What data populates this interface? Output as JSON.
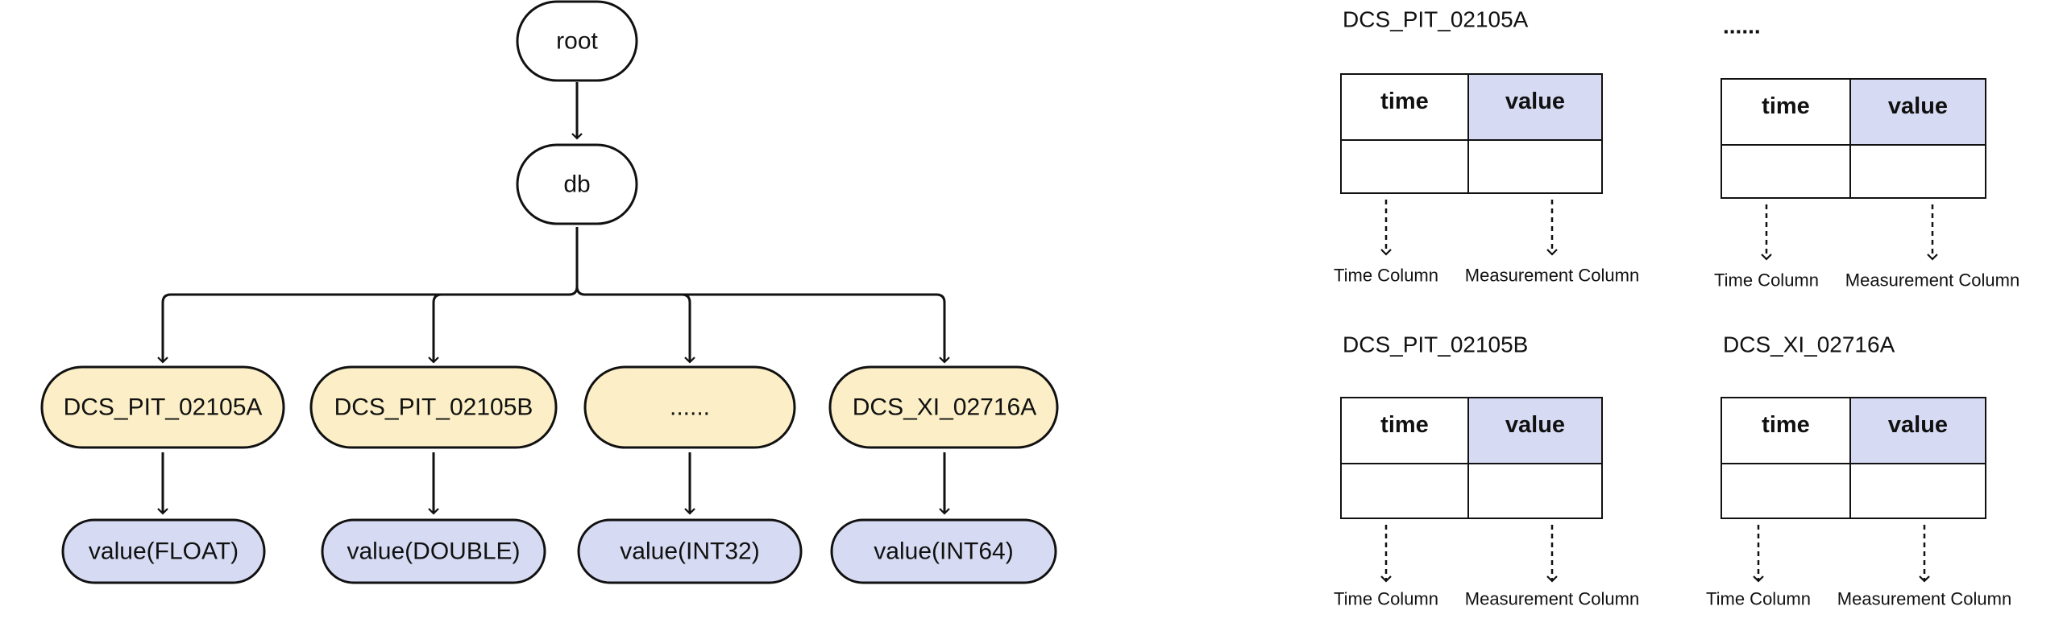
{
  "tree": {
    "root_label": "root",
    "db_label": "db",
    "devices": [
      {
        "name": "DCS_PIT_02105A",
        "measurement": "value(FLOAT)"
      },
      {
        "name": "DCS_PIT_02105B",
        "measurement": "value(DOUBLE)"
      },
      {
        "name": "......",
        "measurement": "value(INT32)"
      },
      {
        "name": "DCS_XI_02716A",
        "measurement": "value(INT64)"
      }
    ]
  },
  "tables": [
    {
      "title": "DCS_PIT_02105A",
      "col_time": "time",
      "col_value": "value",
      "label_time": "Time Column",
      "label_value": "Measurement Column"
    },
    {
      "title": "......",
      "col_time": "time",
      "col_value": "value",
      "label_time": "Time Column",
      "label_value": "Measurement Column"
    },
    {
      "title": "DCS_PIT_02105B",
      "col_time": "time",
      "col_value": "value",
      "label_time": "Time Column",
      "label_value": "Measurement Column"
    },
    {
      "title": "DCS_XI_02716A",
      "col_time": "time",
      "col_value": "value",
      "label_time": "Time Column",
      "label_value": "Measurement Column"
    }
  ],
  "colors": {
    "device_fill": "#fcefc7",
    "measurement_fill": "#d6dbf3",
    "value_header_fill": "#d6dbf3",
    "stroke": "#111111"
  }
}
